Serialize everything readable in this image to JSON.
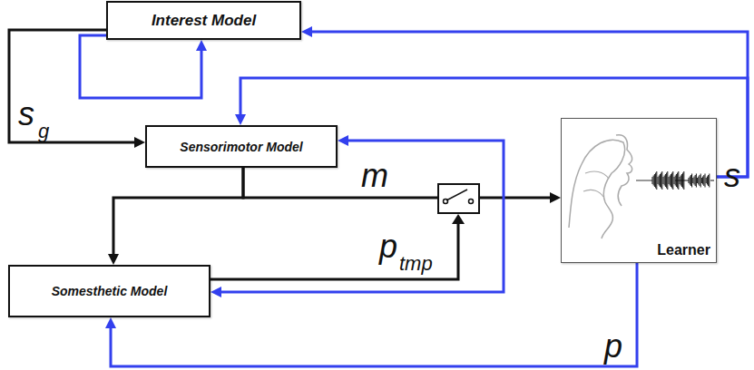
{
  "diagram": {
    "nodes": [
      {
        "text": [
          "Interest Model"
        ]
      },
      {
        "text": [
          "Sensorimotor Model"
        ]
      },
      {
        "text": [
          "Learner"
        ]
      },
      {
        "text": [
          "Somesthetic Model"
        ]
      }
    ],
    "edges": [
      {
        "from": 0,
        "to": 0,
        "arrow": "to"
      },
      {
        "from": 0,
        "to": 1,
        "arrow": "to"
      },
      {
        "from": 2,
        "to": 0,
        "arrow": "to"
      },
      {
        "from": 2,
        "to": 1,
        "arrow": "to"
      },
      {
        "from": 1,
        "to": 2,
        "label": "m",
        "arrow": "to"
      },
      {
        "from": 1,
        "to": 3,
        "arrow": "to"
      },
      {
        "from": 1,
        "to": 3,
        "arrow": "both"
      },
      {
        "from": 2,
        "to": 3,
        "label": "p",
        "arrow": "to"
      }
    ],
    "labels": [
      "s",
      "g",
      "p",
      "tmp",
      "s"
    ]
  }
}
